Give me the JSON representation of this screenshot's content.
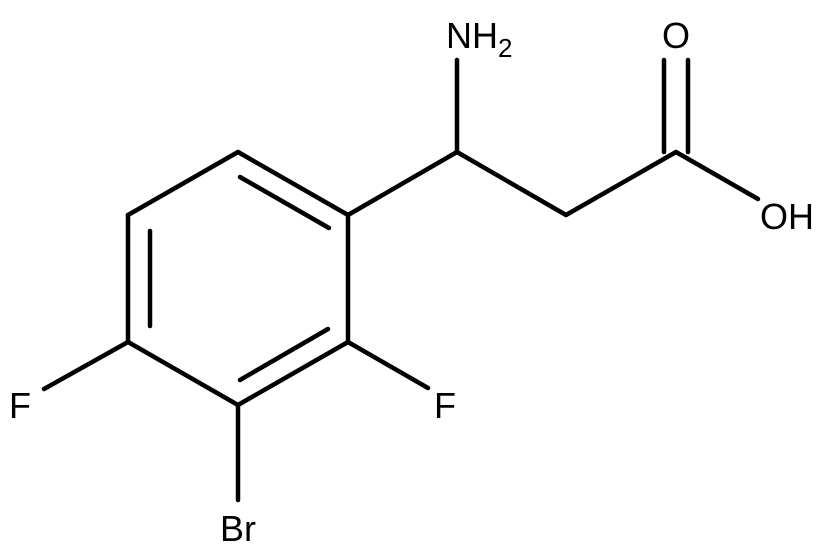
{
  "molecule": {
    "atoms": {
      "amine": {
        "label": "NH",
        "subscript": "2"
      },
      "carbonyl_oxygen": {
        "label": "O"
      },
      "hydroxyl": {
        "label": "OH"
      },
      "fluorine_left": {
        "label": "F"
      },
      "fluorine_right": {
        "label": "F"
      },
      "bromine": {
        "label": "Br"
      }
    }
  }
}
